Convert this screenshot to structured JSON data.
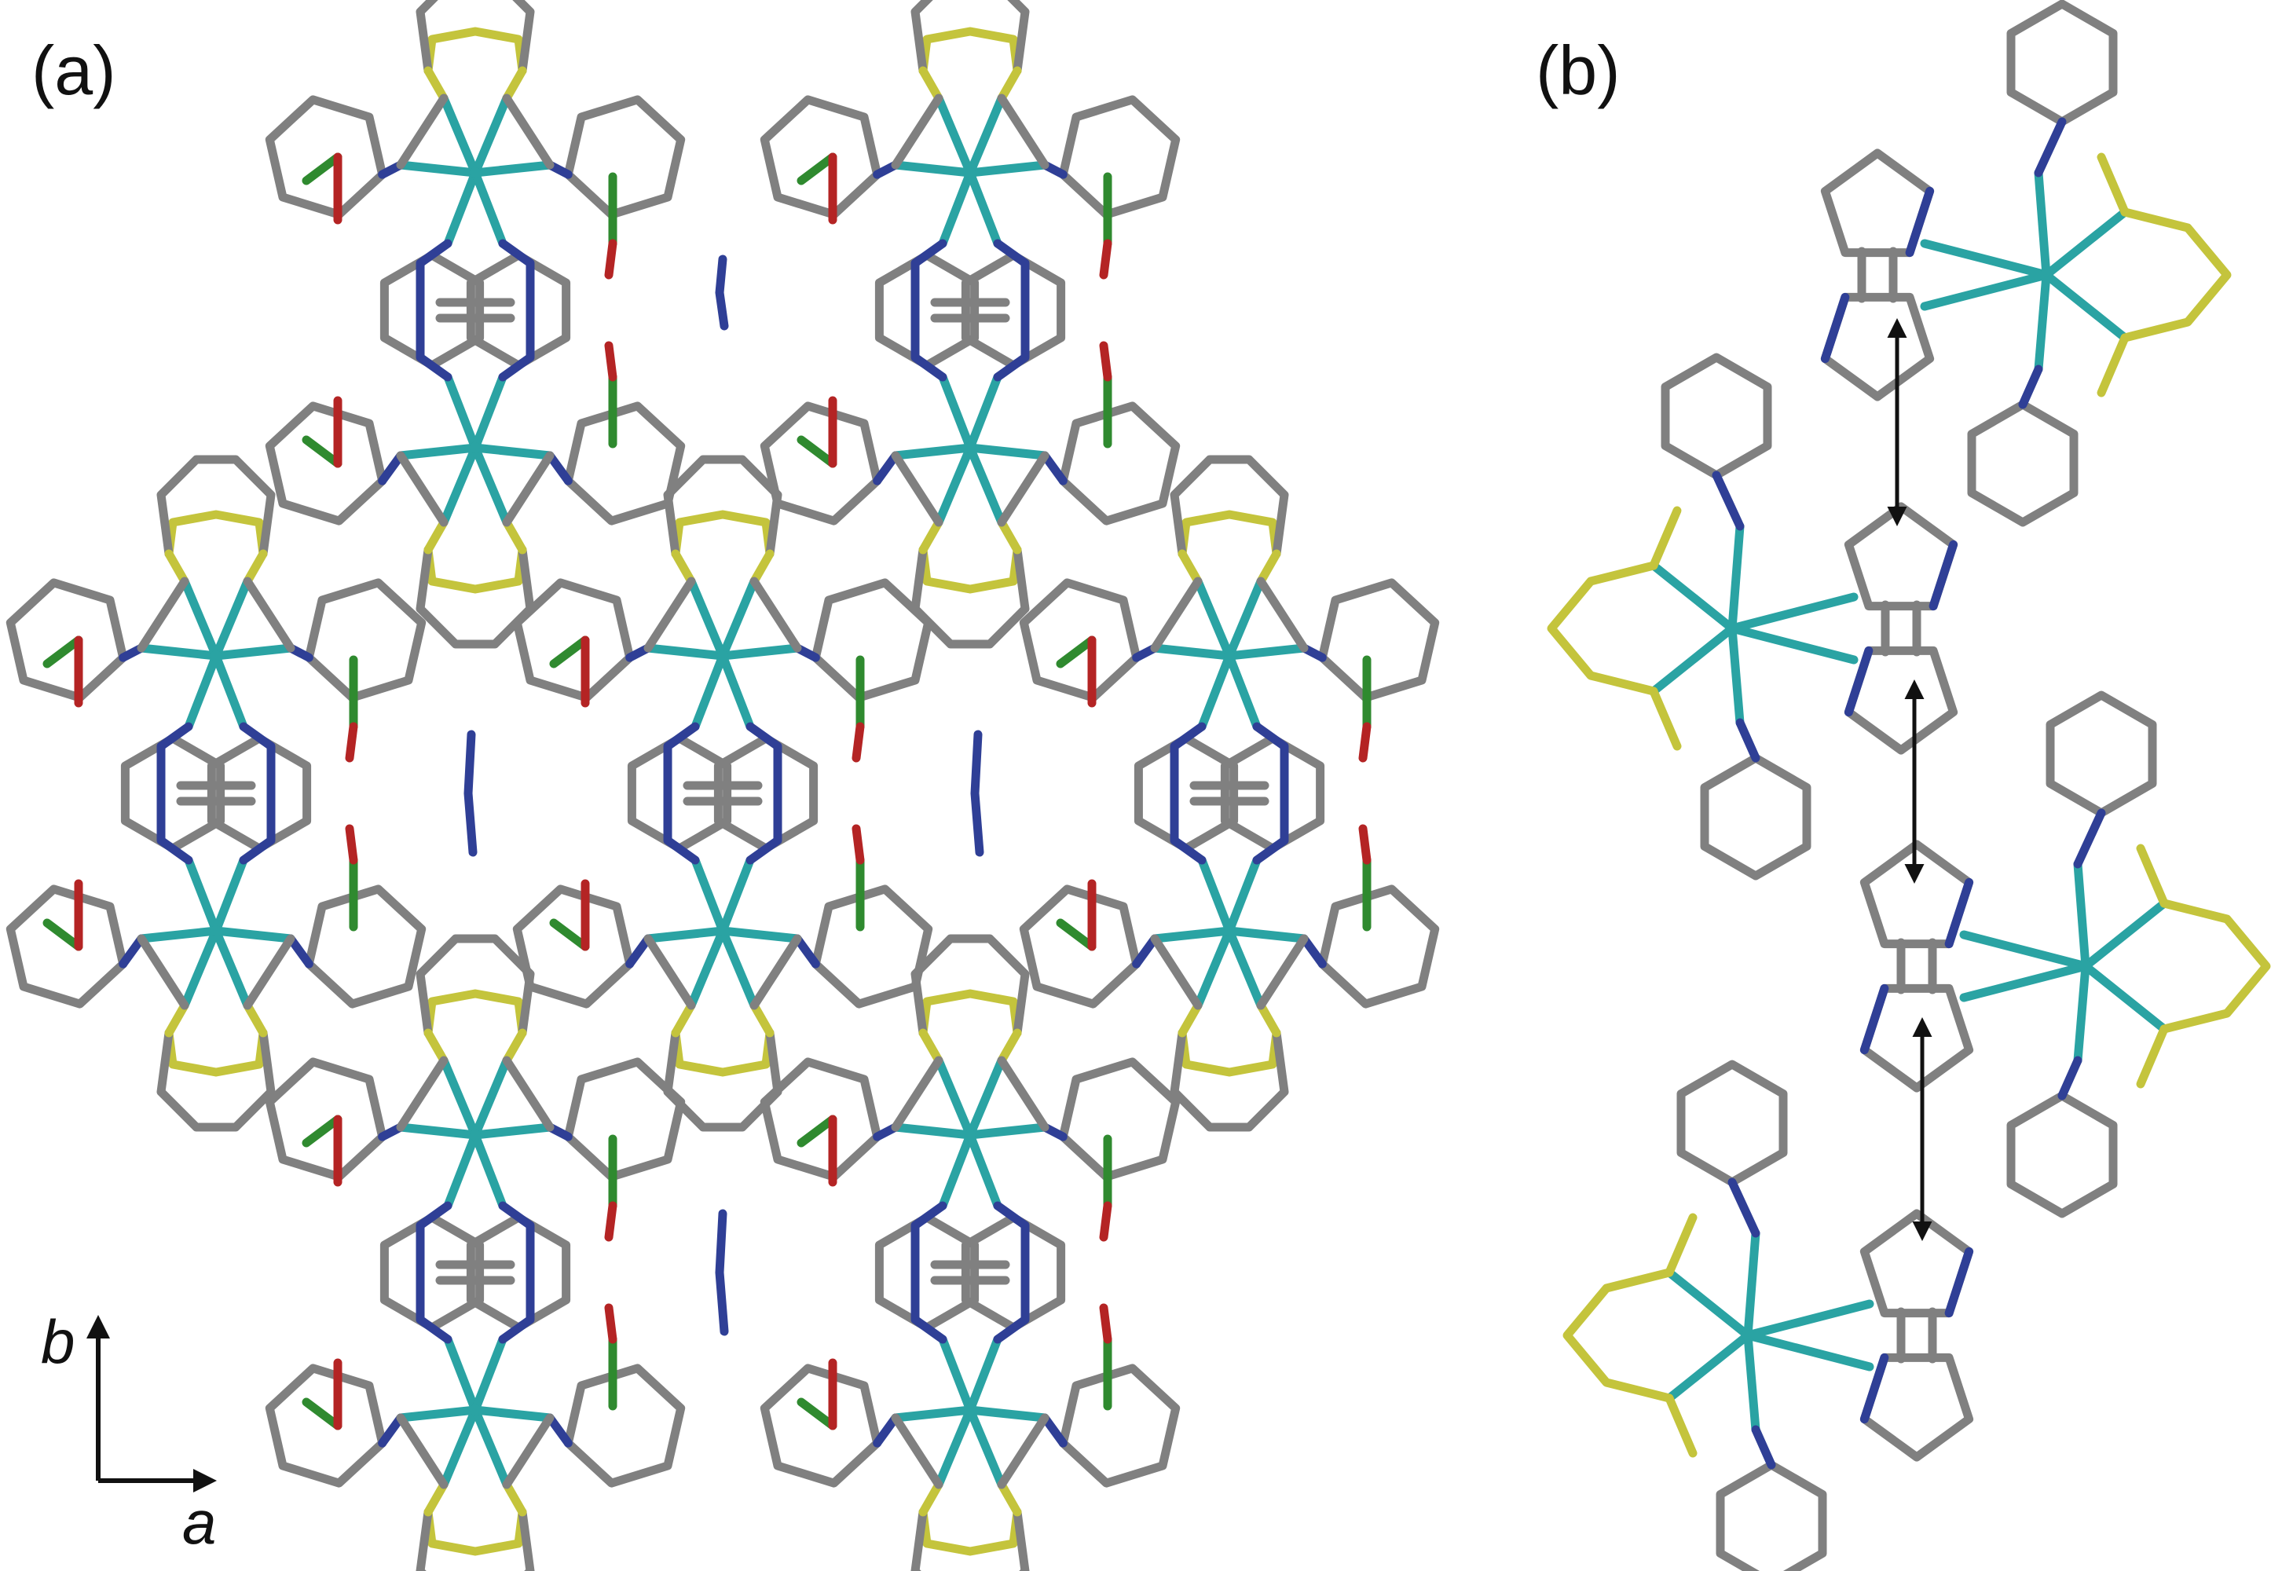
{
  "figure": {
    "panels": [
      {
        "id": "a",
        "label": "(a)"
      },
      {
        "id": "b",
        "label": "(b)"
      }
    ],
    "axes": {
      "vertical": "b",
      "horizontal": "a"
    },
    "colors": {
      "carbon": "#808080",
      "nitrogen": "#2f3f96",
      "sulfur": "#c4c43c",
      "metal": "#2aa3a3",
      "oxygen": "#b42424",
      "halogen": "#2f8a2f",
      "arrow": "#111111",
      "background": "#ffffff"
    }
  }
}
